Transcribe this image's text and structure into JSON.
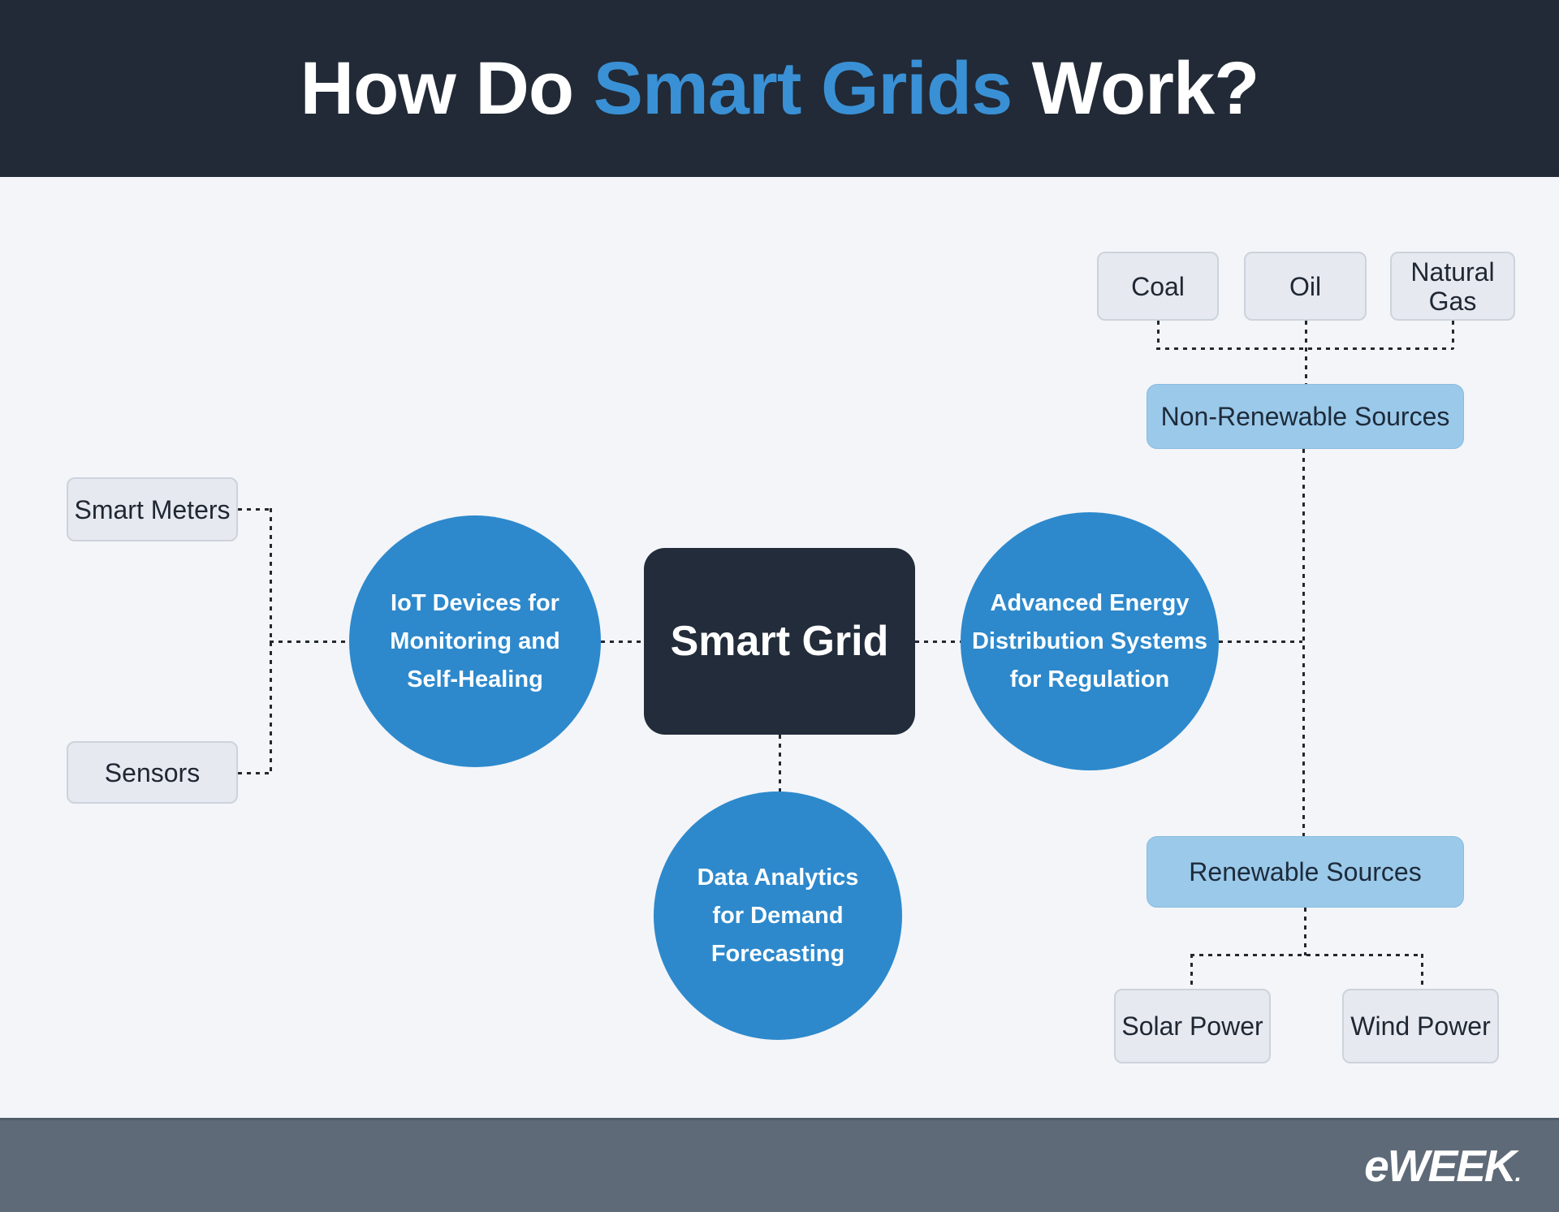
{
  "header": {
    "title_prefix": "How Do ",
    "title_accent": "Smart Grids",
    "title_suffix": " Work?"
  },
  "nodes": {
    "smart_grid": {
      "label": "Smart Grid"
    },
    "iot_circle": {
      "lines": [
        "IoT Devices for",
        "Monitoring and",
        "Self-Healing"
      ]
    },
    "distribution_circle": {
      "lines": [
        "Advanced Energy",
        "Distribution Systems",
        "for Regulation"
      ]
    },
    "analytics_circle": {
      "lines": [
        "Data Analytics",
        "for Demand",
        "Forecasting"
      ]
    },
    "smart_meters": {
      "label": "Smart Meters"
    },
    "sensors": {
      "label": "Sensors"
    },
    "coal": {
      "label": "Coal"
    },
    "oil": {
      "label": "Oil"
    },
    "natural_gas": {
      "label": "Natural Gas"
    },
    "non_renewable": {
      "label": "Non-Renewable Sources"
    },
    "renewable": {
      "label": "Renewable Sources"
    },
    "solar": {
      "label": "Solar Power"
    },
    "wind": {
      "label": "Wind Power"
    }
  },
  "footer": {
    "logo": "eWEEK",
    "logo_dot": "."
  },
  "colors": {
    "header_bg": "#212a36",
    "title_accent_blue": "#3a90d5",
    "circle_blue": "#2d89cc",
    "light_blue_box": "#9bc9ea",
    "gray_box": "#e6e9ef",
    "background": "#f3f5f9",
    "footer_bg": "#5e6a77",
    "connector": "#23282f"
  }
}
